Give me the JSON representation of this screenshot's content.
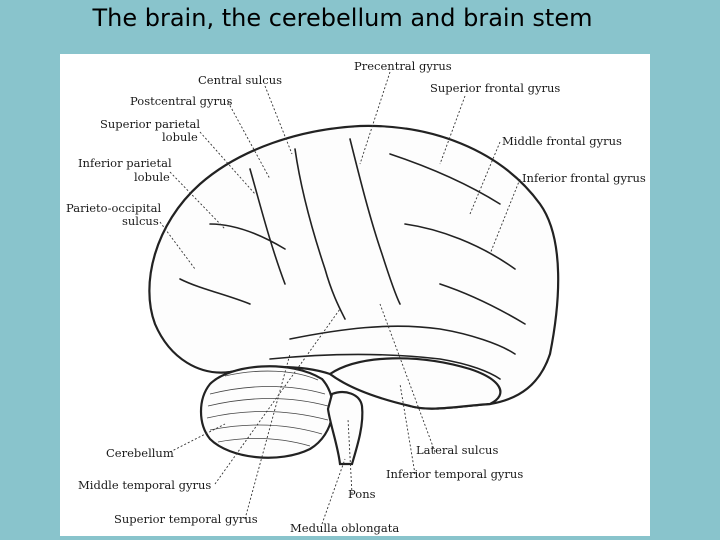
{
  "title": "The brain, the cerebellum and brain stem",
  "labels": {
    "central_sulcus": "Central sulcus",
    "precentral_gyrus": "Precentral gyrus",
    "superior_frontal_gyrus": "Superior frontal gyrus",
    "postcentral_gyrus": "Postcentral gyrus",
    "superior_parietal_lobule_1": "Superior parietal",
    "superior_parietal_lobule_2": "lobule",
    "middle_frontal_gyrus": "Middle frontal gyrus",
    "inferior_parietal_lobule_1": "Inferior parietal",
    "inferior_parietal_lobule_2": "lobule",
    "inferior_frontal_gyrus": "Inferior frontal gyrus",
    "parieto_occipital_sulcus_1": "Parieto-occipital",
    "parieto_occipital_sulcus_2": "sulcus",
    "cerebellum": "Cerebellum",
    "lateral_sulcus": "Lateral sulcus",
    "inferior_temporal_gyrus": "Inferior temporal gyrus",
    "middle_temporal_gyrus": "Middle temporal gyrus",
    "pons": "Pons",
    "superior_temporal_gyrus": "Superior temporal gyrus",
    "medulla_oblongata": "Medulla oblongata"
  }
}
